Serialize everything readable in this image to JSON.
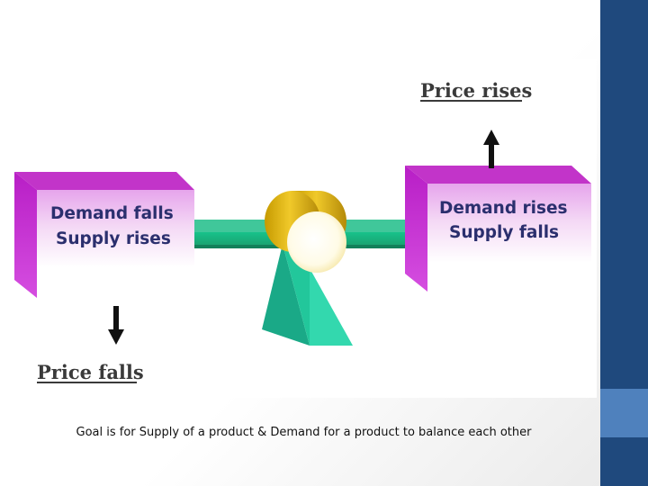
{
  "diagram": {
    "price_rises": "Price rises",
    "price_falls": "Price falls",
    "left_box": {
      "line1": "Demand falls",
      "line2": "Supply rises"
    },
    "right_box": {
      "line1": "Demand rises",
      "line2": "Supply falls"
    }
  },
  "caption": "Goal is for Supply of a product & Demand for a product to balance each other",
  "colors": {
    "sidebar": "#1f497d",
    "sidebar_accent": "#4f81bd",
    "box_magenta": "#d63ad6",
    "beam_green": "#21b98a",
    "cylinder_yellow": "#e9bf24"
  }
}
